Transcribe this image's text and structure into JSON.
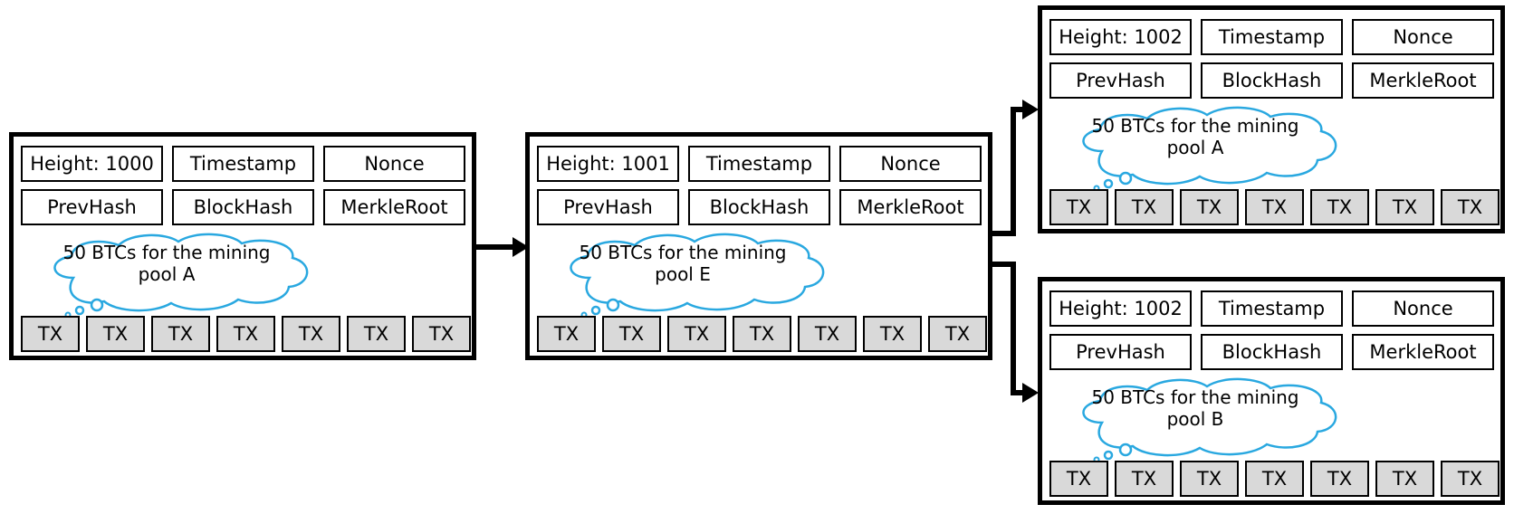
{
  "blocks": [
    {
      "height": "Height: 1000",
      "timestamp": "Timestamp",
      "nonce": "Nonce",
      "prevhash": "PrevHash",
      "blockhash": "BlockHash",
      "merkleroot": "MerkleRoot",
      "reward_line1": "50 BTCs for the mining",
      "reward_line2": "pool A",
      "tx": [
        "TX",
        "TX",
        "TX",
        "TX",
        "TX",
        "TX",
        "TX"
      ]
    },
    {
      "height": "Height: 1001",
      "timestamp": "Timestamp",
      "nonce": "Nonce",
      "prevhash": "PrevHash",
      "blockhash": "BlockHash",
      "merkleroot": "MerkleRoot",
      "reward_line1": "50 BTCs for the mining",
      "reward_line2": "pool E",
      "tx": [
        "TX",
        "TX",
        "TX",
        "TX",
        "TX",
        "TX",
        "TX"
      ]
    },
    {
      "height": "Height: 1002",
      "timestamp": "Timestamp",
      "nonce": "Nonce",
      "prevhash": "PrevHash",
      "blockhash": "BlockHash",
      "merkleroot": "MerkleRoot",
      "reward_line1": "50 BTCs for the mining",
      "reward_line2": "pool A",
      "tx": [
        "TX",
        "TX",
        "TX",
        "TX",
        "TX",
        "TX",
        "TX"
      ]
    },
    {
      "height": "Height: 1002",
      "timestamp": "Timestamp",
      "nonce": "Nonce",
      "prevhash": "PrevHash",
      "blockhash": "BlockHash",
      "merkleroot": "MerkleRoot",
      "reward_line1": "50 BTCs for the mining",
      "reward_line2": "pool B",
      "tx": [
        "TX",
        "TX",
        "TX",
        "TX",
        "TX",
        "TX",
        "TX"
      ]
    }
  ],
  "colors": {
    "cloud_outline": "#29a8e0",
    "tx_fill": "#d9d9d9",
    "border": "#000000"
  }
}
